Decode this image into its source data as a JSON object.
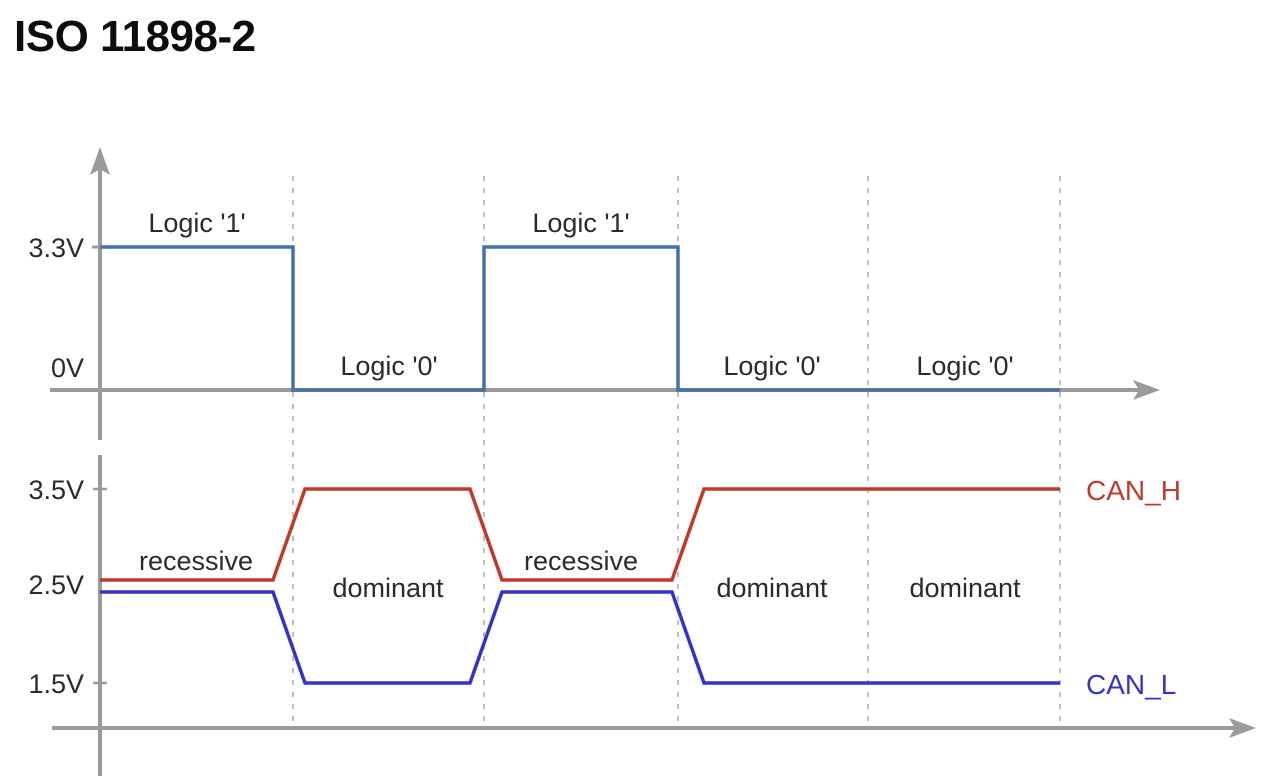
{
  "title": "ISO 11898-2",
  "colors": {
    "logic_line": "#4472a8",
    "can_h": "#c0392b",
    "can_l": "#3333cc",
    "axis": "#9a9a9a",
    "gridline": "#bfbfbf",
    "text": "#2b2b2b",
    "title": "#0d0d0d"
  },
  "chart_data": {
    "type": "line",
    "title": "ISO 11898-2",
    "panels": [
      {
        "name": "logic-signal",
        "ylabel": "",
        "xlabel": "",
        "ytick_labels": [
          "3.3V",
          "0V"
        ],
        "ytick_values": [
          3.3,
          0
        ],
        "ylim": [
          0,
          3.8
        ],
        "grid": true,
        "series": [
          {
            "name": "logic",
            "color": "#4472a8",
            "x": [
              0,
              1,
              1,
              2,
              2,
              3,
              3,
              5
            ],
            "y": [
              3.3,
              3.3,
              0,
              0,
              3.3,
              3.3,
              0,
              0
            ]
          }
        ],
        "bit_labels": [
          "Logic '1'",
          "Logic '0'",
          "Logic '1'",
          "Logic '0'",
          "Logic '0'"
        ],
        "bit_values": [
          "1",
          "0",
          "1",
          "0",
          "0"
        ]
      },
      {
        "name": "can-differential",
        "ylabel": "",
        "xlabel": "",
        "ytick_labels": [
          "3.5V",
          "2.5V",
          "1.5V"
        ],
        "ytick_values": [
          3.5,
          2.5,
          1.5
        ],
        "ylim": [
          0,
          3.9
        ],
        "grid": true,
        "series": [
          {
            "name": "CAN_H",
            "color": "#c0392b",
            "x": [
              0,
              0.9,
              1.1,
              1.9,
              2.1,
              2.9,
              3.1,
              5
            ],
            "y": [
              2.5,
              2.5,
              3.5,
              3.5,
              2.5,
              2.5,
              3.5,
              3.5
            ]
          },
          {
            "name": "CAN_L",
            "color": "#3333cc",
            "x": [
              0,
              0.9,
              1.1,
              1.9,
              2.1,
              2.9,
              3.1,
              5
            ],
            "y": [
              2.5,
              2.5,
              1.5,
              1.5,
              2.5,
              2.5,
              1.5,
              1.5
            ]
          }
        ],
        "bit_labels": [
          "recessive",
          "dominant",
          "recessive",
          "dominant",
          "dominant"
        ],
        "legend": [
          {
            "label": "CAN_H",
            "color": "#c0392b"
          },
          {
            "label": "CAN_L",
            "color": "#3333cc"
          }
        ]
      }
    ]
  },
  "top_chart": {
    "ticks": [
      {
        "label": "3.3V"
      },
      {
        "label": "0V"
      }
    ],
    "labels": [
      {
        "label": "Logic '1'"
      },
      {
        "label": "Logic '0'"
      },
      {
        "label": "Logic '1'"
      },
      {
        "label": "Logic '0'"
      },
      {
        "label": "Logic '0'"
      }
    ]
  },
  "bottom_chart": {
    "ticks": [
      {
        "label": "3.5V"
      },
      {
        "label": "2.5V"
      },
      {
        "label": "1.5V"
      }
    ],
    "labels": [
      {
        "label": "recessive"
      },
      {
        "label": "dominant"
      },
      {
        "label": "recessive"
      },
      {
        "label": "dominant"
      },
      {
        "label": "dominant"
      }
    ],
    "legend": [
      {
        "label": "CAN_H"
      },
      {
        "label": "CAN_L"
      }
    ]
  }
}
